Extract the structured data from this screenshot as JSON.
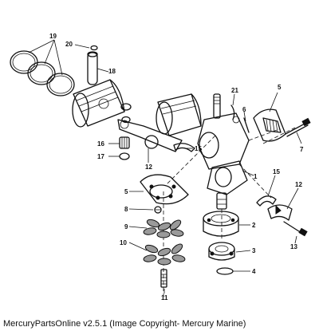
{
  "footer": {
    "text": "MercuryPartsOnline v2.5.1 (Image Copyright- Mercury Marine)"
  },
  "callouts": {
    "n1": "1",
    "n2": "2",
    "n3": "3",
    "n4": "4",
    "n5a": "5",
    "n5b": "5",
    "n6": "6",
    "n7": "7",
    "n8": "8",
    "n9": "9",
    "n10": "10",
    "n11": "11",
    "n12a": "12",
    "n12b": "12",
    "n13": "13",
    "n15a": "15",
    "n15b": "15",
    "n16": "16",
    "n17": "17",
    "n18": "18",
    "n19": "19",
    "n20": "20",
    "n21": "21"
  }
}
